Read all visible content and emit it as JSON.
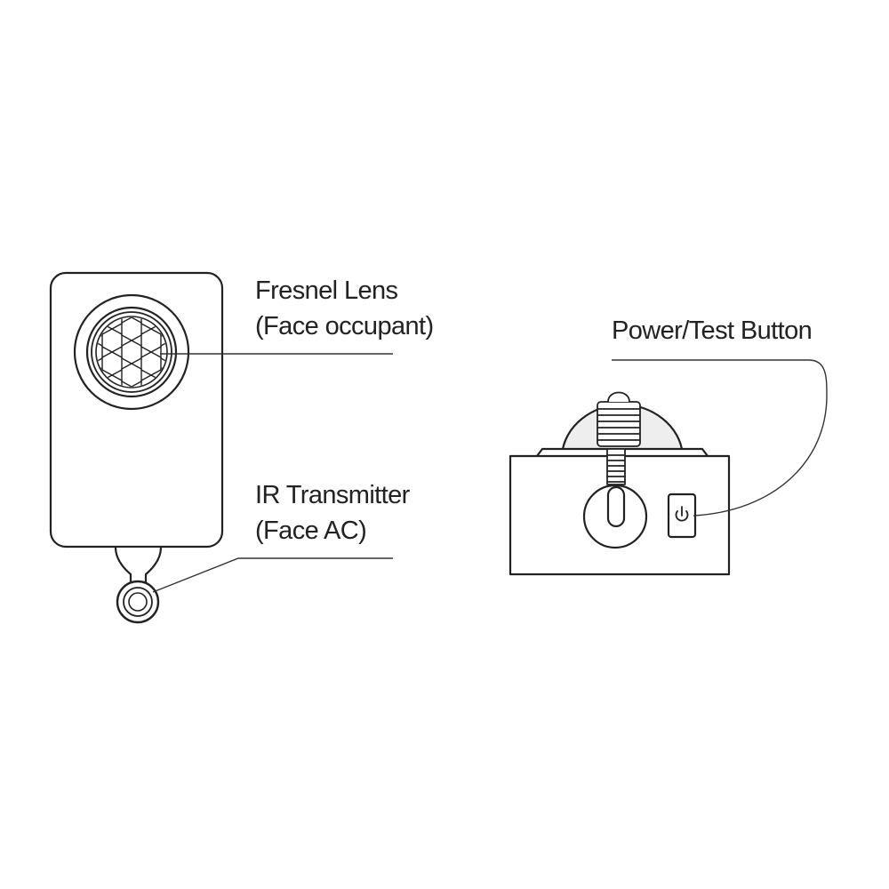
{
  "labels": {
    "fresnel_lens": {
      "line1": "Fresnel Lens",
      "line2": "(Face occupant)"
    },
    "ir_transmitter": {
      "line1": "IR Transmitter",
      "line2": "(Face AC)"
    },
    "power_test_button": {
      "line1": "Power/Test Button"
    }
  },
  "colors": {
    "stroke": "#222222",
    "text": "#222222",
    "background": "#ffffff",
    "dome_shade": "#eeeeee"
  },
  "icons": {
    "power_button": "power-icon",
    "fresnel_lens": "fresnel-lens-icon",
    "ir_transmitter": "ir-transmitter-icon"
  }
}
